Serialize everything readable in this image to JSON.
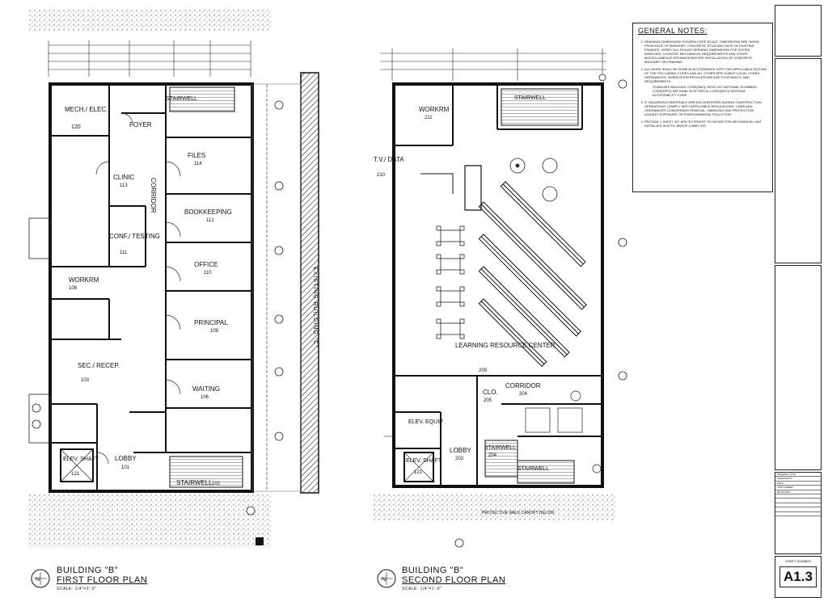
{
  "plans": [
    {
      "title_line1": "BUILDING \"B\"",
      "title_line2": "FIRST FLOOR PLAN",
      "scale": "SCALE: 1/4\"=1'-0\"",
      "rooms": {
        "mech": "MECH./ ELEC.",
        "mech_no": "120",
        "foyer": "FOYER",
        "stairwell_top": "STAIRWELL",
        "clinic": "CLINIC",
        "clinic_no": "113",
        "corridor": "CORRIDOR",
        "files": "FILES",
        "files_no": "114",
        "bookkeeping": "BOOKKEEPING",
        "bookkeeping_no": "112",
        "conf": "CONF./ TESTING",
        "conf_no": "111",
        "office": "OFFICE",
        "office_no": "110",
        "workrm": "WORKRM",
        "workrm_no": "108",
        "principal": "PRINCIPAL",
        "principal_no": "109",
        "sec": "SEC./ RECEP.",
        "sec_no": "103",
        "waiting": "WAITING",
        "waiting_no": "106",
        "elev": "ELEV. SHAFT",
        "elev_no": "121",
        "lobby": "LOBBY",
        "lobby_no": "101",
        "stairwell_bot": "STAIRWELL",
        "stairwell_bot_no": "102",
        "existing_building": "EXISTING BUILDING \"C\""
      }
    },
    {
      "title_line1": "BUILDING \"B\"",
      "title_line2": "SECOND FLOOR PLAN",
      "scale": "SCALE: 1/4\"=1'-0\"",
      "rooms": {
        "stairwell_top": "STAIRWELL",
        "workrm": "WORKRM",
        "workrm_no": "211",
        "data": "T.V./ DATA",
        "data_no": "210",
        "lrc": "LEARNING RESOURCE CENTER",
        "lrc_no": "209",
        "corridor": "CORRIDOR",
        "corridor_no": "204",
        "clo": "CLO.",
        "clo_no": "205",
        "elev_equip": "ELEV. EQUIP",
        "elev": "ELEV. SHAFT",
        "elev_no": "121",
        "lobby": "LOBBY",
        "lobby_no": "203",
        "stairwell_mid": "STAIRWELL",
        "stairwell_mid_no": "204",
        "stairwell_bot": "STAIRWELL",
        "canopy": "PROTECTIVE WALK CANOPY BELOW"
      }
    }
  ],
  "notes": {
    "title": "GENERAL NOTES:",
    "items": [
      "DRAWING DIMENSIONS GOVERN OVER SCALE. DIMENSIONS ARE TAKEN FROM FACE OF MASONRY, CONCRETE, STUD AND FACE OF EXISTING FINISHES. VERIFY ALL ROUGH OPENING DIMENSIONS FOR DOORS, WINDOWS, LOUVERS, MECHANICAL REQUIREMENTS AND OTHER MISCELLANEOUS OPENINGS BEFORE INSTALLATION OF CONCRETE, MASONRY OR FRAMING.",
      "ALL WORK SHALL BE DONE IN ACCORDANCE WITH THE APPLICABLE EDITION OF THE FOLLOWING CODES AND ALL OTHER APPLICABLE LOCAL CODES, ORDINANCES, SUBDIVISION REGULATIONS AND COVENANTS, AND REQUIREMENTS.",
      "IF HAZARDOUS MATERIALS ARE ENCOUNTERED DURING CONSTRUCTION OPERATIONS, COMPLY WITH APPLICABLE REGULATIONS, LAWS AND ORDINANCES CONCERNING REMOVAL, HANDLING AND PROTECTION AGAINST EXPOSURE OR ENVIRONMENTAL POLLUTION.",
      "PROVIDE 1 SHEET 3/4\" APA \"EXTERIOR\" PLYWOOD FOR MECHANICAL UNIT INSTALLED IN ATTIC ABOVE LOBBY 203."
    ],
    "codes": "STANDARD BUILDING CODE(SBC)/ NFPA 101/ NATIONAL PLUMBING CODE(NPC)/ NATIONAL ELECTRICAL CODE(NEC)/ GEORGIA ACCESSIBILITY CODE"
  },
  "title_block": {
    "lines": [
      "DRAWING TITLE",
      "CHECKED BY",
      "DATE",
      "JOB NUMBER",
      "REVISIONS",
      "",
      "",
      "",
      "",
      ""
    ],
    "sheet_label": "SHEET NUMBER",
    "sheet_number": "A1.3"
  }
}
